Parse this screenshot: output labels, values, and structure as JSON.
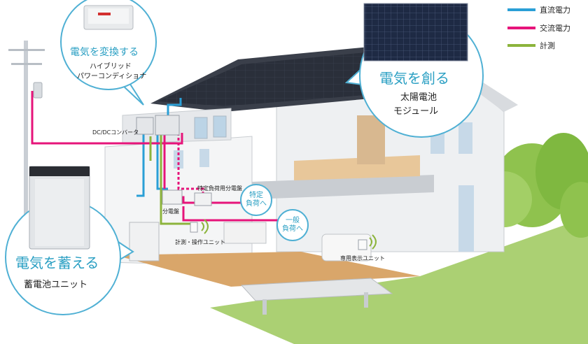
{
  "legend": [
    {
      "label": "直流電力",
      "color": "#2a9fd6"
    },
    {
      "label": "交流電力",
      "color": "#e6147a"
    },
    {
      "label": "計測",
      "color": "#8cb43c"
    }
  ],
  "bubbles": {
    "converter": {
      "title": "電気を変換する",
      "sub1": "ハイブリッド",
      "sub2": "パワーコンディショナ"
    },
    "solar": {
      "title": "電気を創る",
      "sub1": "太陽電池",
      "sub2": "モジュール"
    },
    "storage": {
      "title": "電気を蓄える",
      "sub1": "蓄電池ユニット"
    },
    "specific_load": {
      "line1": "特定",
      "line2": "負荷へ"
    },
    "general_load": {
      "line1": "一般",
      "line2": "負荷へ"
    }
  },
  "labels": {
    "dcdc": "DC/DCコンバータ",
    "specific_panel": "特定負荷用分電盤",
    "panel": "分電盤",
    "meter_unit": "計測・操作ユニット",
    "display_unit": "専用表示ユニット"
  },
  "colors": {
    "accent": "#2a9fc3",
    "dc": "#2a9fd6",
    "ac": "#e6147a",
    "meter": "#8cb43c"
  }
}
